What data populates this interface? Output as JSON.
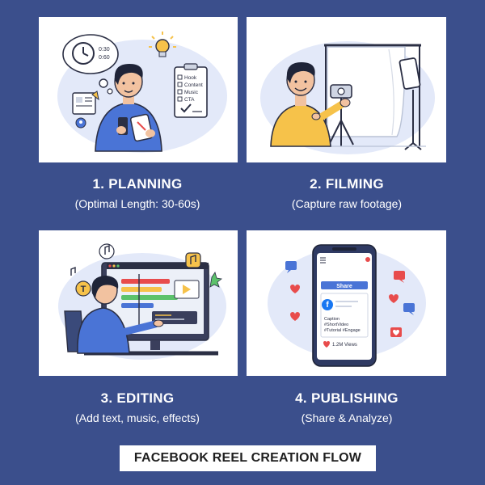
{
  "steps": [
    {
      "title": "1. PLANNING",
      "subtitle": "(Optimal Length: 30-60s)",
      "clock_text": [
        "0:30",
        "0:60"
      ],
      "checklist": [
        "Hook",
        "Content",
        "Music",
        "CTA"
      ]
    },
    {
      "title": "2. FILMING",
      "subtitle": "(Capture raw footage)"
    },
    {
      "title": "3. EDITING",
      "subtitle": "(Add text, music, effects)",
      "text_tool_glyph": "T"
    },
    {
      "title": "4. PUBLISHING",
      "subtitle": "(Share & Analyze)",
      "share_label": "Share",
      "caption_lines": [
        "Caption",
        "#ShortVideo",
        "#Tutorial #Engage"
      ],
      "views_text": "1.2M Views",
      "brand_glyph": "f"
    }
  ],
  "footer_title": "FACEBOOK REEL CREATION FLOW",
  "colors": {
    "background": "#3b4f8c",
    "blob": "#e3e9f9",
    "shirt": "#4a74d6",
    "hair": "#1f2438",
    "skin": "#f2c2a0",
    "accent_yellow": "#f6c24a",
    "heart": "#e84c4c",
    "facebook_blue": "#1877f2"
  }
}
